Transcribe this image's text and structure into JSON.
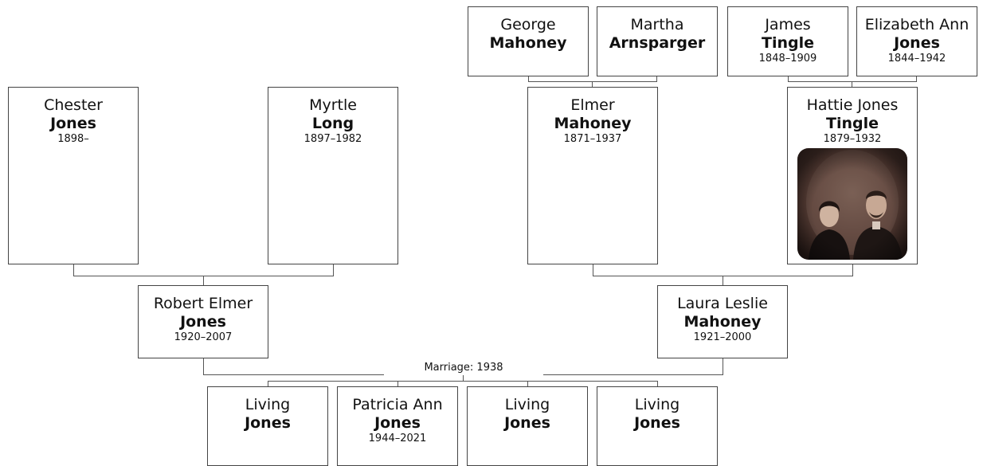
{
  "great_grandparents": [
    {
      "given": "George",
      "surname": "Mahoney",
      "dates": ""
    },
    {
      "given": "Martha",
      "surname": "Arnsparger",
      "dates": ""
    },
    {
      "given": "James",
      "surname": "Tingle",
      "dates": "1848–1909"
    },
    {
      "given": "Elizabeth Ann",
      "surname": "Jones",
      "dates": "1844–1942"
    }
  ],
  "grandparents": [
    {
      "given": "Chester",
      "surname": "Jones",
      "dates": "1898–"
    },
    {
      "given": "Myrtle",
      "surname": "Long",
      "dates": "1897–1982"
    },
    {
      "given": "Elmer",
      "surname": "Mahoney",
      "dates": "1871–1937"
    },
    {
      "given": "Hattie Jones",
      "surname": "Tingle",
      "dates": "1879–1932"
    }
  ],
  "parents": [
    {
      "given": "Robert Elmer",
      "surname": "Jones",
      "dates": "1920–2007"
    },
    {
      "given": "Laura Leslie",
      "surname": "Mahoney",
      "dates": "1921–2000"
    }
  ],
  "marriage": "Marriage: 1938",
  "children": [
    {
      "given": "Living",
      "surname": "Jones",
      "dates": ""
    },
    {
      "given": "Patricia Ann",
      "surname": "Jones",
      "dates": "1944–2021"
    },
    {
      "given": "Living",
      "surname": "Jones",
      "dates": ""
    },
    {
      "given": "Living",
      "surname": "Jones",
      "dates": ""
    }
  ]
}
